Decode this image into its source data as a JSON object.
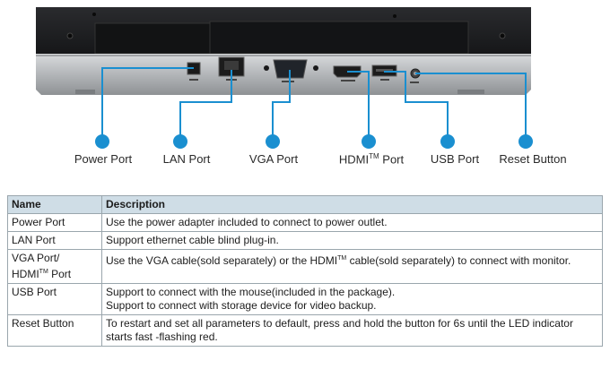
{
  "callouts": [
    {
      "id": "power",
      "label": "Power Port"
    },
    {
      "id": "lan",
      "label": "LAN Port"
    },
    {
      "id": "vga",
      "label": "VGA Port"
    },
    {
      "id": "hdmi",
      "label_main": "HDMI",
      "label_sup": "TM",
      "label_tail": " Port"
    },
    {
      "id": "usb",
      "label": "USB Port"
    },
    {
      "id": "reset",
      "label": "Reset Button"
    }
  ],
  "table": {
    "headers": [
      "Name",
      "Description"
    ],
    "rows": [
      {
        "name": "Power Port",
        "desc": [
          "Use the power adapter included to connect to power outlet."
        ]
      },
      {
        "name": "LAN Port",
        "desc": [
          "Support ethernet cable blind plug-in."
        ]
      },
      {
        "name_parts": [
          "VGA Port/",
          "HDMI",
          "TM",
          " Port"
        ],
        "desc_parts": [
          "Use the VGA cable(sold separately) or the HDMI",
          "TM",
          " cable(sold separately) to connect with monitor."
        ]
      },
      {
        "name": "USB Port",
        "desc": [
          "Support to connect with the mouse(included in the package).",
          "Support to connect with storage device for video backup."
        ]
      },
      {
        "name": "Reset Button",
        "desc": [
          "To restart and set all parameters to default, press and hold the button for 6s until the LED indicator starts fast -flashing red."
        ]
      }
    ]
  },
  "colors": {
    "accent": "#1a8fd0",
    "header_bg": "#cfdde6",
    "device_dark": "#1e1f22",
    "device_silver": "#b9bcbf"
  }
}
